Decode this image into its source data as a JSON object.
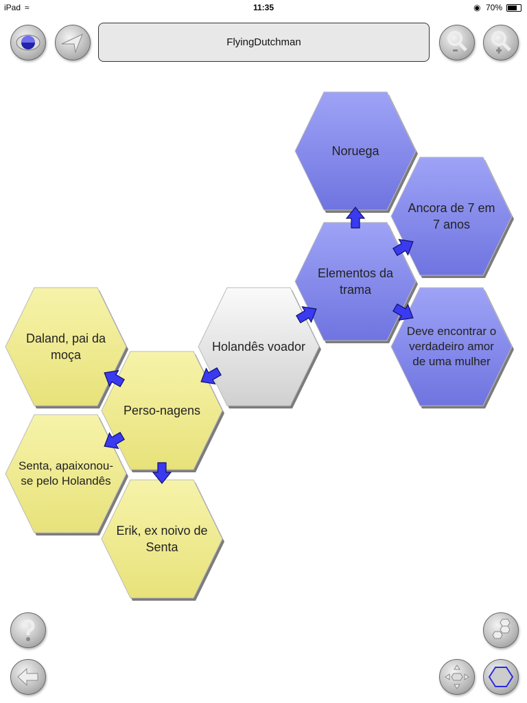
{
  "status_bar": {
    "device": "iPad",
    "time": "11:35",
    "battery": "70%"
  },
  "toolbar": {
    "title": "FlyingDutchman"
  },
  "icons": [
    "eye-icon",
    "send-icon",
    "zoom-out-icon",
    "zoom-in-icon",
    "help-icon",
    "hexagons-icon",
    "back-arrow-icon",
    "move-icon",
    "hexagon-icon"
  ],
  "colors": {
    "blue_hex": "#8a8ff0",
    "yellow_hex": "#f3ef9a",
    "white_hex": "#f2f2f2",
    "arrow": "#3a3af0"
  },
  "nodes": [
    {
      "id": "noruega",
      "label": "Noruega",
      "color": "blue"
    },
    {
      "id": "ancora",
      "label": "Ancora de 7 em 7 anos",
      "color": "blue"
    },
    {
      "id": "elementos",
      "label": "Elementos da trama",
      "color": "blue"
    },
    {
      "id": "deve",
      "label": "Deve encontrar o verdadeiro amor de uma mulher",
      "color": "blue"
    },
    {
      "id": "holandes",
      "label": "Holandês voador",
      "color": "white"
    },
    {
      "id": "daland",
      "label": "Daland, pai da moça",
      "color": "yellow"
    },
    {
      "id": "personagens",
      "label": "Perso-nagens",
      "color": "yellow"
    },
    {
      "id": "senta",
      "label": "Senta, apaixonou-se pelo Holandês",
      "color": "yellow"
    },
    {
      "id": "erik",
      "label": "Erik, ex noivo de Senta",
      "color": "yellow"
    }
  ]
}
